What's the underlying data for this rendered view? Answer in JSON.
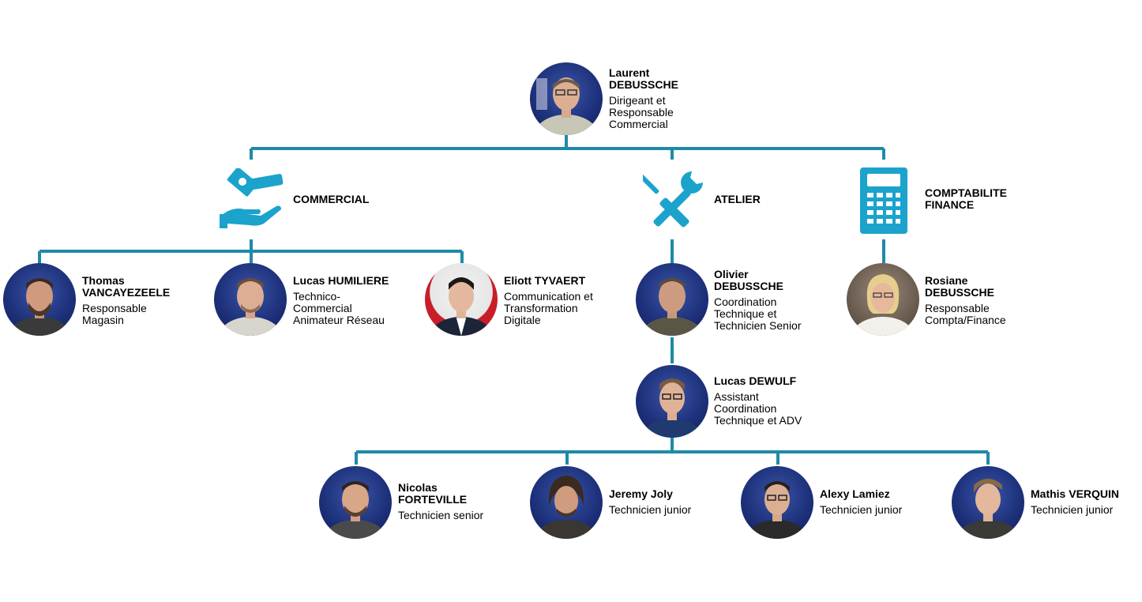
{
  "colors": {
    "line": "#1f8aa8",
    "icon": "#1ba3cc"
  },
  "top": {
    "name": "Laurent\nDEBUSSCHE",
    "role": "Dirigeant et\nResponsable\nCommercial"
  },
  "departments": {
    "commercial": {
      "label": "COMMERCIAL",
      "icon": "money-hand-icon"
    },
    "atelier": {
      "label": "ATELIER",
      "icon": "tools-icon"
    },
    "compta": {
      "label": "COMPTABILITE\nFINANCE",
      "icon": "calculator-icon"
    }
  },
  "people": {
    "thomas": {
      "name": "Thomas\nVANCAYEZEELE",
      "role": "Responsable\nMagasin"
    },
    "lucas_h": {
      "name": "Lucas HUMILIERE",
      "role": "Technico-\nCommercial\nAnimateur Réseau"
    },
    "eliott": {
      "name": "Eliott TYVAERT",
      "role": "Communication et\nTransformation\nDigitale"
    },
    "olivier": {
      "name": "Olivier\nDEBUSSCHE",
      "role": "Coordination\nTechnique et\nTechnicien Senior"
    },
    "rosiane": {
      "name": "Rosiane\nDEBUSSCHE",
      "role": "Responsable\nCompta/Finance"
    },
    "lucas_d": {
      "name": "Lucas DEWULF",
      "role": "Assistant\nCoordination\nTechnique et ADV"
    },
    "nicolas": {
      "name": "Nicolas\nFORTEVILLE",
      "role": "Technicien senior"
    },
    "jeremy": {
      "name": "Jeremy Joly",
      "role": "Technicien junior"
    },
    "alexy": {
      "name": "Alexy Lamiez",
      "role": "Technicien junior"
    },
    "mathis": {
      "name": "Mathis VERQUIN",
      "role": "Technicien junior"
    }
  }
}
